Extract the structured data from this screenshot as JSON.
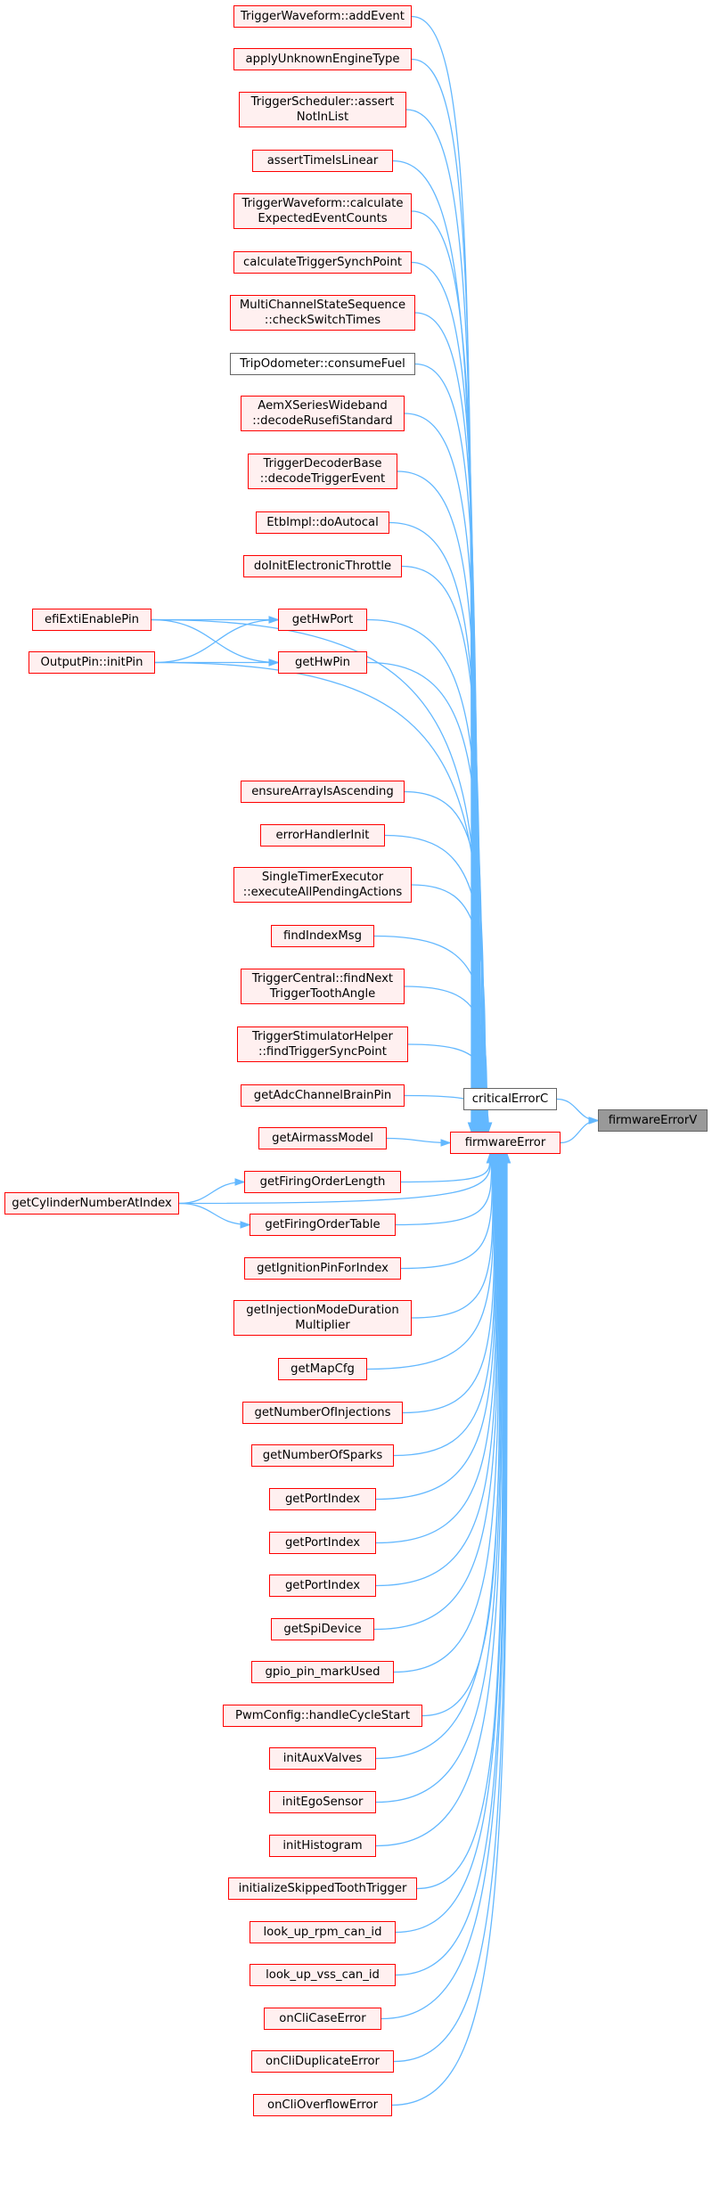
{
  "diagram": {
    "type": "call-graph",
    "edge_color": "#63b8ff",
    "node_styles": {
      "documented": {
        "border": "#ff0000",
        "fill": "#fff0f0"
      },
      "plain": {
        "border": "#666666",
        "fill": "#ffffff"
      },
      "root": {
        "border": "#666666",
        "fill": "#999999"
      }
    },
    "nodes": [
      {
        "id": "firmwareErrorV",
        "label": "firmwareErrorV",
        "style": "root"
      },
      {
        "id": "criticalErrorC",
        "label": "criticalErrorC",
        "style": "plain"
      },
      {
        "id": "firmwareError",
        "label": "firmwareError",
        "style": "documented"
      },
      {
        "id": "addEvent",
        "label": "TriggerWaveform::addEvent",
        "style": "documented"
      },
      {
        "id": "applyUnknownEngineType",
        "label": "applyUnknownEngineType",
        "style": "documented"
      },
      {
        "id": "assertNotInList",
        "label": "TriggerScheduler::assert\nNotInList",
        "style": "documented"
      },
      {
        "id": "assertTimeIsLinear",
        "label": "assertTimeIsLinear",
        "style": "documented"
      },
      {
        "id": "calculateExpectedEventCounts",
        "label": "TriggerWaveform::calculate\nExpectedEventCounts",
        "style": "documented"
      },
      {
        "id": "calculateTriggerSynchPoint",
        "label": "calculateTriggerSynchPoint",
        "style": "documented"
      },
      {
        "id": "checkSwitchTimes",
        "label": "MultiChannelStateSequence\n::checkSwitchTimes",
        "style": "documented"
      },
      {
        "id": "consumeFuel",
        "label": "TripOdometer::consumeFuel",
        "style": "plain"
      },
      {
        "id": "decodeRusefiStandard",
        "label": "AemXSeriesWideband\n::decodeRusefiStandard",
        "style": "documented"
      },
      {
        "id": "decodeTriggerEvent",
        "label": "TriggerDecoderBase\n::decodeTriggerEvent",
        "style": "documented"
      },
      {
        "id": "doAutocal",
        "label": "EtbImpl::doAutocal",
        "style": "documented"
      },
      {
        "id": "doInitElectronicThrottle",
        "label": "doInitElectronicThrottle",
        "style": "documented"
      },
      {
        "id": "getHwPort",
        "label": "getHwPort",
        "style": "documented"
      },
      {
        "id": "efiExtiEnablePin",
        "label": "efiExtiEnablePin",
        "style": "documented"
      },
      {
        "id": "getHwPin",
        "label": "getHwPin",
        "style": "documented"
      },
      {
        "id": "initPin",
        "label": "OutputPin::initPin",
        "style": "documented"
      },
      {
        "id": "ensureArrayIsAscending",
        "label": "ensureArrayIsAscending",
        "style": "documented"
      },
      {
        "id": "errorHandlerInit",
        "label": "errorHandlerInit",
        "style": "documented"
      },
      {
        "id": "executeAllPendingActions",
        "label": "SingleTimerExecutor\n::executeAllPendingActions",
        "style": "documented"
      },
      {
        "id": "findIndexMsg",
        "label": "findIndexMsg",
        "style": "documented"
      },
      {
        "id": "findNextTriggerToothAngle",
        "label": "TriggerCentral::findNext\nTriggerToothAngle",
        "style": "documented"
      },
      {
        "id": "findTriggerSyncPoint",
        "label": "TriggerStimulatorHelper\n::findTriggerSyncPoint",
        "style": "documented"
      },
      {
        "id": "getAdcChannelBrainPin",
        "label": "getAdcChannelBrainPin",
        "style": "documented"
      },
      {
        "id": "getAirmassModel",
        "label": "getAirmassModel",
        "style": "documented"
      },
      {
        "id": "getFiringOrderLength",
        "label": "getFiringOrderLength",
        "style": "documented"
      },
      {
        "id": "getCylinderNumberAtIndex",
        "label": "getCylinderNumberAtIndex",
        "style": "documented"
      },
      {
        "id": "getFiringOrderTable",
        "label": "getFiringOrderTable",
        "style": "documented"
      },
      {
        "id": "getIgnitionPinForIndex",
        "label": "getIgnitionPinForIndex",
        "style": "documented"
      },
      {
        "id": "getInjectionModeDurationMultiplier",
        "label": "getInjectionModeDuration\nMultiplier",
        "style": "documented"
      },
      {
        "id": "getMapCfg",
        "label": "getMapCfg",
        "style": "documented"
      },
      {
        "id": "getNumberOfInjections",
        "label": "getNumberOfInjections",
        "style": "documented"
      },
      {
        "id": "getNumberOfSparks",
        "label": "getNumberOfSparks",
        "style": "documented"
      },
      {
        "id": "getPortIndex1",
        "label": "getPortIndex",
        "style": "documented"
      },
      {
        "id": "getPortIndex2",
        "label": "getPortIndex",
        "style": "documented"
      },
      {
        "id": "getPortIndex3",
        "label": "getPortIndex",
        "style": "documented"
      },
      {
        "id": "getSpiDevice",
        "label": "getSpiDevice",
        "style": "documented"
      },
      {
        "id": "gpio_pin_markUsed",
        "label": "gpio_pin_markUsed",
        "style": "documented"
      },
      {
        "id": "handleCycleStart",
        "label": "PwmConfig::handleCycleStart",
        "style": "documented"
      },
      {
        "id": "initAuxValves",
        "label": "initAuxValves",
        "style": "documented"
      },
      {
        "id": "initEgoSensor",
        "label": "initEgoSensor",
        "style": "documented"
      },
      {
        "id": "initHistogram",
        "label": "initHistogram",
        "style": "documented"
      },
      {
        "id": "initializeSkippedToothTrigger",
        "label": "initializeSkippedToothTrigger",
        "style": "documented"
      },
      {
        "id": "look_up_rpm_can_id",
        "label": "look_up_rpm_can_id",
        "style": "documented"
      },
      {
        "id": "look_up_vss_can_id",
        "label": "look_up_vss_can_id",
        "style": "documented"
      },
      {
        "id": "onCliCaseError",
        "label": "onCliCaseError",
        "style": "documented"
      },
      {
        "id": "onCliDuplicateError",
        "label": "onCliDuplicateError",
        "style": "documented"
      },
      {
        "id": "onCliOverflowError",
        "label": "onCliOverflowError",
        "style": "documented"
      }
    ],
    "edges": [
      {
        "from": "criticalErrorC",
        "to": "firmwareErrorV"
      },
      {
        "from": "firmwareError",
        "to": "firmwareErrorV"
      },
      {
        "from": "addEvent",
        "to": "firmwareError"
      },
      {
        "from": "applyUnknownEngineType",
        "to": "firmwareError"
      },
      {
        "from": "assertNotInList",
        "to": "firmwareError"
      },
      {
        "from": "assertTimeIsLinear",
        "to": "firmwareError"
      },
      {
        "from": "calculateExpectedEventCounts",
        "to": "firmwareError"
      },
      {
        "from": "calculateTriggerSynchPoint",
        "to": "firmwareError"
      },
      {
        "from": "checkSwitchTimes",
        "to": "firmwareError"
      },
      {
        "from": "consumeFuel",
        "to": "firmwareError"
      },
      {
        "from": "decodeRusefiStandard",
        "to": "firmwareError"
      },
      {
        "from": "decodeTriggerEvent",
        "to": "firmwareError"
      },
      {
        "from": "doAutocal",
        "to": "firmwareError"
      },
      {
        "from": "doInitElectronicThrottle",
        "to": "firmwareError"
      },
      {
        "from": "efiExtiEnablePin",
        "to": "firmwareError"
      },
      {
        "from": "getHwPort",
        "to": "firmwareError"
      },
      {
        "from": "getHwPin",
        "to": "firmwareError"
      },
      {
        "from": "initPin",
        "to": "firmwareError"
      },
      {
        "from": "ensureArrayIsAscending",
        "to": "firmwareError"
      },
      {
        "from": "errorHandlerInit",
        "to": "firmwareError"
      },
      {
        "from": "executeAllPendingActions",
        "to": "firmwareError"
      },
      {
        "from": "findIndexMsg",
        "to": "firmwareError"
      },
      {
        "from": "findNextTriggerToothAngle",
        "to": "firmwareError"
      },
      {
        "from": "findTriggerSyncPoint",
        "to": "firmwareError"
      },
      {
        "from": "getAdcChannelBrainPin",
        "to": "firmwareError"
      },
      {
        "from": "getAirmassModel",
        "to": "firmwareError"
      },
      {
        "from": "getCylinderNumberAtIndex",
        "to": "firmwareError"
      },
      {
        "from": "getFiringOrderLength",
        "to": "firmwareError"
      },
      {
        "from": "getFiringOrderTable",
        "to": "firmwareError"
      },
      {
        "from": "getIgnitionPinForIndex",
        "to": "firmwareError"
      },
      {
        "from": "getInjectionModeDurationMultiplier",
        "to": "firmwareError"
      },
      {
        "from": "getMapCfg",
        "to": "firmwareError"
      },
      {
        "from": "getNumberOfInjections",
        "to": "firmwareError"
      },
      {
        "from": "getNumberOfSparks",
        "to": "firmwareError"
      },
      {
        "from": "getPortIndex1",
        "to": "firmwareError"
      },
      {
        "from": "getPortIndex2",
        "to": "firmwareError"
      },
      {
        "from": "getPortIndex3",
        "to": "firmwareError"
      },
      {
        "from": "getSpiDevice",
        "to": "firmwareError"
      },
      {
        "from": "gpio_pin_markUsed",
        "to": "firmwareError"
      },
      {
        "from": "handleCycleStart",
        "to": "firmwareError"
      },
      {
        "from": "initAuxValves",
        "to": "firmwareError"
      },
      {
        "from": "initEgoSensor",
        "to": "firmwareError"
      },
      {
        "from": "initHistogram",
        "to": "firmwareError"
      },
      {
        "from": "initializeSkippedToothTrigger",
        "to": "firmwareError"
      },
      {
        "from": "look_up_rpm_can_id",
        "to": "firmwareError"
      },
      {
        "from": "look_up_vss_can_id",
        "to": "firmwareError"
      },
      {
        "from": "onCliCaseError",
        "to": "firmwareError"
      },
      {
        "from": "onCliDuplicateError",
        "to": "firmwareError"
      },
      {
        "from": "onCliOverflowError",
        "to": "firmwareError"
      },
      {
        "from": "efiExtiEnablePin",
        "to": "getHwPort"
      },
      {
        "from": "initPin",
        "to": "getHwPort"
      },
      {
        "from": "efiExtiEnablePin",
        "to": "getHwPin"
      },
      {
        "from": "initPin",
        "to": "getHwPin"
      },
      {
        "from": "getCylinderNumberAtIndex",
        "to": "getFiringOrderLength"
      },
      {
        "from": "getCylinderNumberAtIndex",
        "to": "getFiringOrderTable"
      }
    ]
  }
}
